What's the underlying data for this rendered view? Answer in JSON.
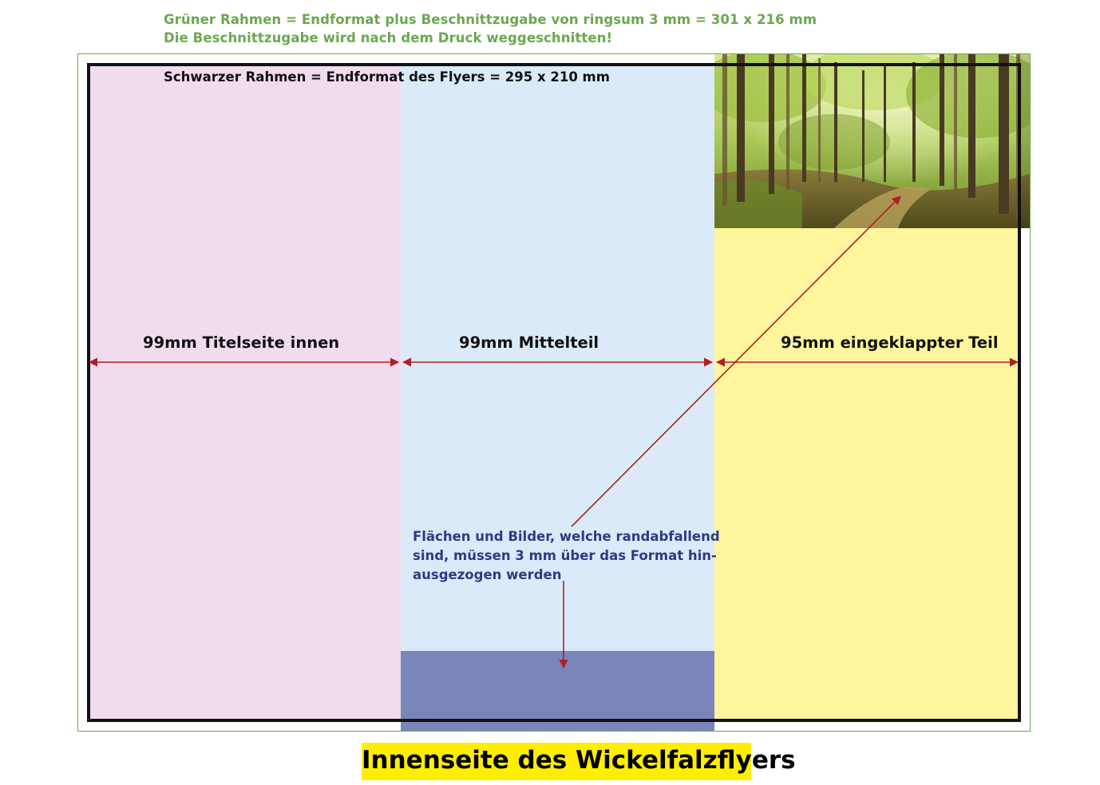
{
  "header": {
    "line1": "Grüner Rahmen = Endformat plus Beschnittzugabe von ringsum 3 mm = 301 x 216 mm",
    "line2": "Die Beschnittzugabe wird nach dem Druck weggeschnitten!"
  },
  "black_frame_label": "Schwarzer Rahmen = Endformat des Flyers = 295 x 210 mm",
  "panels": [
    {
      "label": "99mm Titelseite innen",
      "color": "#f0dced"
    },
    {
      "label": "99mm Mittelteil",
      "color": "#daeaf9"
    },
    {
      "label": "95mm eingeklappter Teil",
      "color": "#fff59d"
    }
  ],
  "bleed_note": {
    "line1": "Flächen und Bilder, welche randabfallend",
    "line2": "sind, müssen 3 mm über das Format hin-",
    "line3": "ausgezogen werden"
  },
  "colors": {
    "green_frame": "#6aa84f",
    "black_frame": "#111111",
    "arrow": "#b01e23",
    "bleed_block": "#7a86ba",
    "title_bg": "#ffee00"
  },
  "image": {
    "subject": "forest-photo"
  },
  "title": "Innenseite des Wickelfalzflyers"
}
